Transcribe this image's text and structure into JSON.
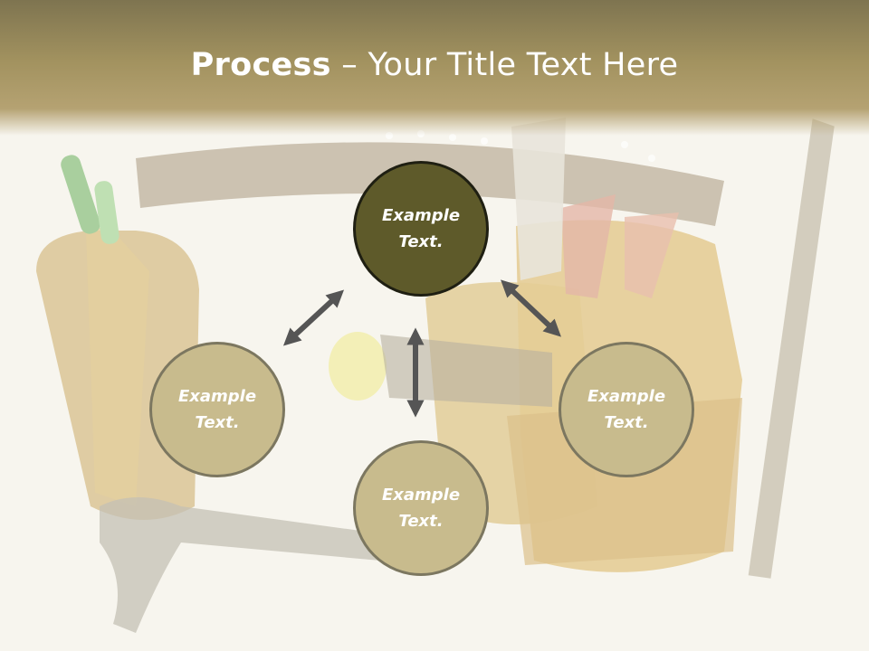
{
  "title": {
    "bold": "Process",
    "rest": " – Your Title Text Here"
  },
  "nodes": {
    "top": "Example\nText.",
    "left": "Example\nText.",
    "right": "Example\nText.",
    "bottom": "Example\nText."
  },
  "background": {
    "subject": "tool-belt-photo"
  },
  "colors": {
    "title_band": "#a2925f",
    "accent_node": "#5e5a2a",
    "node": "#c8bb8d",
    "arrow": "#555555"
  }
}
